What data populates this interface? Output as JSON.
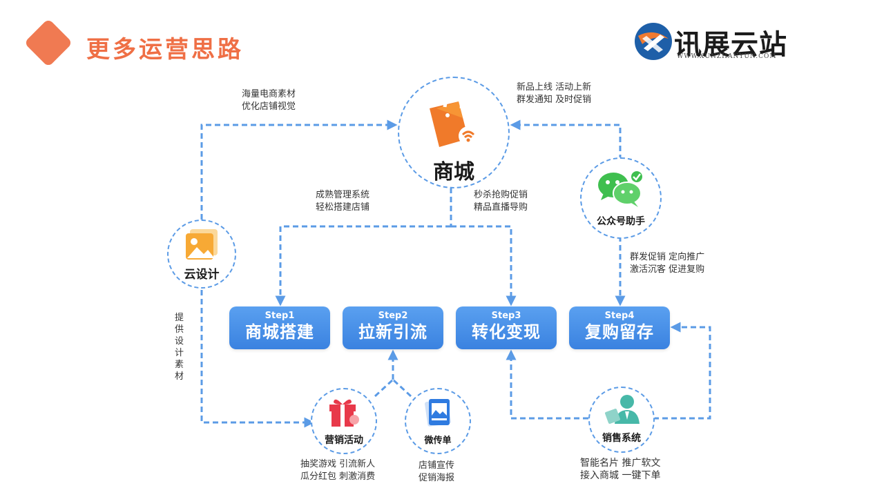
{
  "title": "更多运营思路",
  "logo": {
    "name": "讯展云站",
    "sub": "WWW.XUNZHANYUN.COM"
  },
  "nodes": {
    "mall": "商城",
    "cloud_design": "云设计",
    "wechat_assistant": "公众号助手",
    "marketing": "营销活动",
    "flyer": "微传单",
    "sales": "销售系统"
  },
  "notes": {
    "top_left_1": "海量电商素材",
    "top_left_2": "优化店铺视觉",
    "top_right_1": "新品上线 活动上新",
    "top_right_2": "群发通知 及时促销",
    "mid_left_1": "成熟管理系统",
    "mid_left_2": "轻松搭建店铺",
    "mid_right_1": "秒杀抢购促销",
    "mid_right_2": "精品直播导购",
    "wechat_1": "群发促销  定向推广",
    "wechat_2": "激活沉客  促进复购",
    "vertical": [
      "提",
      "供",
      "设",
      "计",
      "素",
      "材"
    ],
    "marketing_1": "抽奖游戏 引流新人",
    "marketing_2": "瓜分红包 刺激消费",
    "flyer_1": "店铺宣传",
    "flyer_2": "促销海报",
    "sales_1": "智能名片 推广软文",
    "sales_2": "接入商城 一键下单"
  },
  "steps": [
    {
      "step": "Step1",
      "label": "商城搭建"
    },
    {
      "step": "Step2",
      "label": "拉新引流"
    },
    {
      "step": "Step3",
      "label": "转化变现"
    },
    {
      "step": "Step4",
      "label": "复购留存"
    }
  ],
  "colors": {
    "accent": "#ef6f45",
    "line": "#5b9be6",
    "step": "#3f87e3"
  }
}
